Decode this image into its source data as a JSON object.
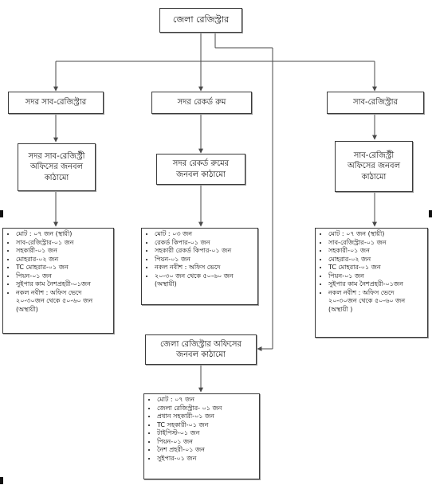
{
  "root": {
    "label": "জেলা রেজিস্ট্রার"
  },
  "branches": [
    {
      "label": "সদর সাব-রেজিস্ট্রার"
    },
    {
      "label": "সদর রেকর্ড রুম"
    },
    {
      "label": "সাব-রেজিস্ট্রার"
    }
  ],
  "sub_boxes": [
    {
      "label": "সদর সাব-রেজিস্ট্রী\nঅফিসের জনবল\nকাঠামো"
    },
    {
      "label": "সদর রেকর্ড রুমের\nজনবল কাঠামো"
    },
    {
      "label": "সাব-রেজিস্ট্রী\nঅফিসের জনবল\nকাঠামো"
    }
  ],
  "lists": [
    {
      "items": [
        "মোট : ০৭ জন (স্থায়ী)",
        "সাব-রেজিস্ট্রার-০১ জন",
        "সহকারী-০১ জন",
        "মোহরার-০২ জন",
        "TC মোহরার-০১ জন",
        "পিয়ন-০১ জন",
        "সুইপার কাম নৈশপ্রহরী-০১জন",
        "নকল নবীশ : অফিস ভেদে",
        "২০-৩০জন থেকে ৫০-৬০ জন",
        "(অস্থায়ী)"
      ]
    },
    {
      "items": [
        "মোট : ০৩ জন",
        "রেকর্ড কিপার-০১ জন",
        "সহকারী রেকর্ড কিপার-০১ জন",
        "পিয়ন-০১ জন",
        "নকল নবীশ : অফিস ভেদে",
        "২০-৩০ জন থেকে ৫০-৬০ জন",
        "(অস্থায়ী)"
      ]
    },
    {
      "items": [
        "মোট : ০৭ জন (স্থায়ী)",
        "সাব-রেজিস্ট্রার-০১ জন",
        "সহকারী-০১ জন",
        "মোহরার-০২ জন",
        "TC মোহরার-০১ জন",
        "পিয়ন-০১ জন",
        "সুইপার কাম নৈশপ্রহরী-০১জন",
        "নকল নবীশ : অফিস ভেদে",
        "২০-৩০জন থেকে ৫০-৬০ জন",
        "(অস্থায়ী )"
      ]
    }
  ],
  "district_box": {
    "label": "জেলা রেজিস্ট্রার অফিসের\nজনবল কাঠামো"
  },
  "district_list": {
    "items": [
      "মোট : ০৭ জন",
      "জেলা রেজিস্ট্রার- ০১ জন",
      "প্রধান সহকারী-০১ জন",
      "TC সহকারী-০১ জন",
      "টাইপিস্ট-০১ জন",
      "পিয়ন-০১ জন",
      "নৈশ প্রহরী-০১ জন",
      "সুইপার-০১ জন"
    ]
  },
  "colors": {
    "line": "#4a4a4a",
    "border": "#3a3a3a"
  }
}
